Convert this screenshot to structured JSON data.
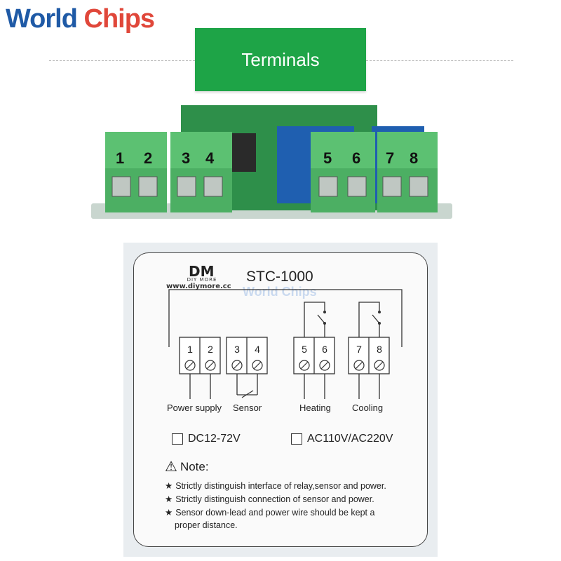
{
  "brand": {
    "word1": "World",
    "word2": " Chips",
    "color1": "#1f5aa6",
    "color2": "#e0473a"
  },
  "banner": {
    "title": "Terminals",
    "color": "#1ea447"
  },
  "board_terminals": [
    "1",
    "2",
    "3",
    "4",
    "5",
    "6",
    "7",
    "8"
  ],
  "label": {
    "logo": "DM",
    "logo_sub": "DIY MORE",
    "logo_url": "www.diymore.cc",
    "model": "STC-1000",
    "watermark": "World Chips",
    "terminals": [
      "1",
      "2",
      "3",
      "4",
      "5",
      "6",
      "7",
      "8"
    ],
    "groups": {
      "power": "Power supply",
      "sensor": "Sensor",
      "heating": "Heating",
      "cooling": "Cooling"
    },
    "voltage": {
      "dc": "DC12-72V",
      "ac": "AC110V/AC220V"
    },
    "note": {
      "title": "Note:",
      "items": [
        "Strictly distinguish interface of relay,sensor and power.",
        "Strictly distinguish connection of sensor and power.",
        "Sensor down-lead and power wire should be kept a"
      ],
      "continuation": "proper distance."
    }
  }
}
